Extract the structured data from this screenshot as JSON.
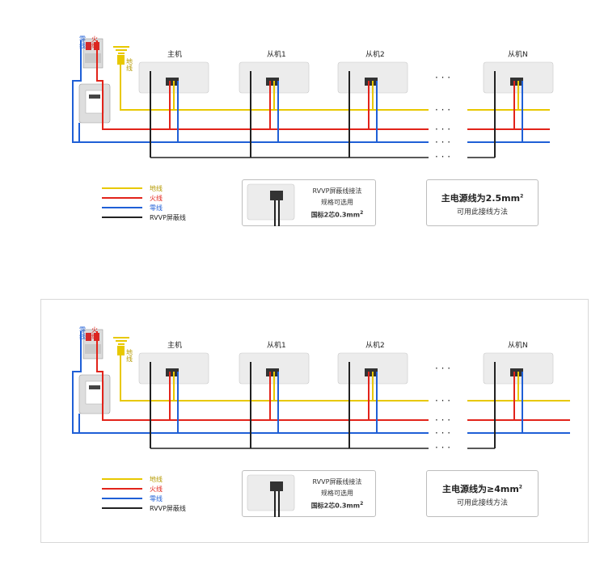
{
  "colors": {
    "earth": "#e8c800",
    "live": "#e2231a",
    "neutral": "#1f5fd6",
    "shield": "#222222",
    "device": "#ececec"
  },
  "wire_labels": {
    "neutral": "零线",
    "live": "火线",
    "earth": "地线"
  },
  "panels": [
    {
      "units": [
        "主机",
        "从机1",
        "从机2",
        "从机N"
      ],
      "ellipsis": "· · ·",
      "legend": [
        {
          "label": "地线",
          "color_key": "earth"
        },
        {
          "label": "火线",
          "color_key": "live"
        },
        {
          "label": "零线",
          "color_key": "neutral"
        },
        {
          "label": "RVVP屏蔽线",
          "color_key": "shield"
        }
      ],
      "rvvp": {
        "line1": "RVVP屏蔽线接法",
        "line2": "规格可选用",
        "line3": "国标2芯0.3mm",
        "sup": "2"
      },
      "power": {
        "title": "主电源线为2.5mm",
        "sup": "2",
        "subtitle": "可用此接线方法"
      }
    },
    {
      "units": [
        "主机",
        "从机1",
        "从机2",
        "从机N"
      ],
      "ellipsis": "· · ·",
      "legend": [
        {
          "label": "地线",
          "color_key": "earth"
        },
        {
          "label": "火线",
          "color_key": "live"
        },
        {
          "label": "零线",
          "color_key": "neutral"
        },
        {
          "label": "RVVP屏蔽线",
          "color_key": "shield"
        }
      ],
      "rvvp": {
        "line1": "RVVP屏蔽线接法",
        "line2": "规格可选用",
        "line3": "国标2芯0.3mm",
        "sup": "2"
      },
      "power": {
        "title": "主电源线为≥4mm",
        "sup": "2",
        "subtitle": "可用此接线方法"
      }
    }
  ]
}
